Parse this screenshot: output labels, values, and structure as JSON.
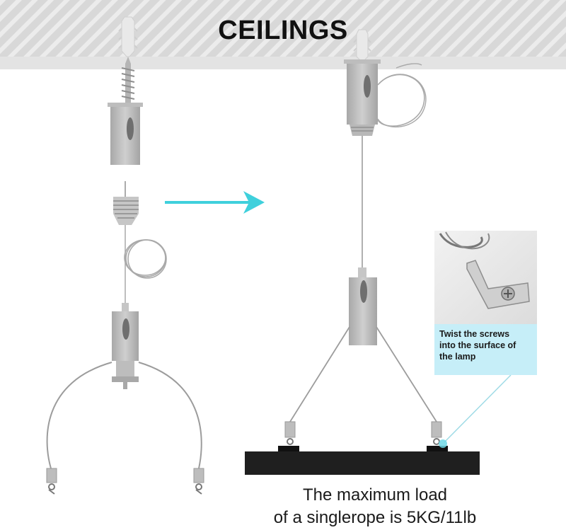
{
  "title": "CEILINGS",
  "callout": {
    "line1": "Twist the screws",
    "line2": "into the surface of",
    "line3": "the lamp"
  },
  "caption": {
    "line1": "The maximum load",
    "line2": "of a singlerope is 5KG/11lb"
  },
  "colors": {
    "ceiling": "#d7d7d7",
    "hardware": "#bdbdbd",
    "wire": "#a9a9a9",
    "arrow": "#3fd0dc",
    "callout_bg": "#c6eef8",
    "lamp": "#1f1f1f"
  },
  "icons": [
    "arrow-right-icon",
    "screw-anchor-icon",
    "wire-coil-icon",
    "l-bracket-icon"
  ]
}
